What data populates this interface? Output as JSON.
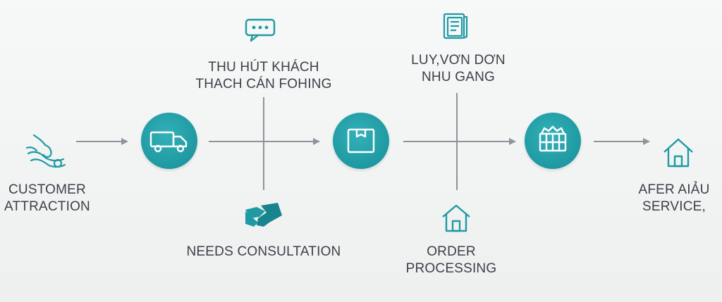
{
  "diagram": {
    "title": "",
    "accent_color": "#1f9aa3",
    "line_color": "#8e9499",
    "steps": [
      {
        "id": "customer-attraction",
        "lines": [
          "CUSTOMER",
          "ATTRACTION"
        ],
        "icon": "hand-touch-icon"
      },
      {
        "id": "thu-hut",
        "lines": [
          "THU HÚT KHÁCH",
          "THACH CÁN FOHING"
        ],
        "icon": "chat-bubble-icon"
      },
      {
        "id": "delivery",
        "icon": "truck-icon"
      },
      {
        "id": "needs-consultation",
        "lines": [
          "NEEDS CONSULTATION"
        ],
        "icon": "handshake-icon"
      },
      {
        "id": "package",
        "icon": "box-icon"
      },
      {
        "id": "luy-von",
        "lines": [
          "LUY,VƠN DƠN",
          "NHU GANG"
        ],
        "icon": "document-icon"
      },
      {
        "id": "order-processing",
        "lines": [
          "ORDER",
          "PROCESSING"
        ],
        "icon": "house-icon"
      },
      {
        "id": "store",
        "icon": "store-icon"
      },
      {
        "id": "after-sales",
        "lines": [
          "AFER AIẢU",
          "SERVICE,"
        ],
        "icon": "house-icon"
      }
    ]
  }
}
